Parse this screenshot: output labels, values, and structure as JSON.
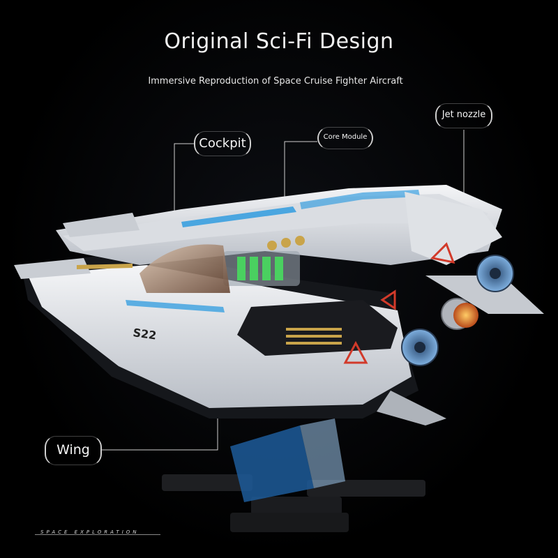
{
  "title": "Original Sci-Fi Design",
  "subtitle": "Immersive Reproduction of Space Cruise Fighter Aircraft",
  "callouts": {
    "cockpit": "Cockpit",
    "core_module": "Core Module",
    "jet_nozzle": "Jet nozzle",
    "wing": "Wing"
  },
  "footer": "SPACE EXPLORATION",
  "colors": {
    "background": "#000000",
    "hull": "#e9ebee",
    "accent_blue": "#3aa0e0",
    "nozzle_blue": "#4a7fb8",
    "gold": "#c9a44a",
    "warning_red": "#d23a2a"
  }
}
